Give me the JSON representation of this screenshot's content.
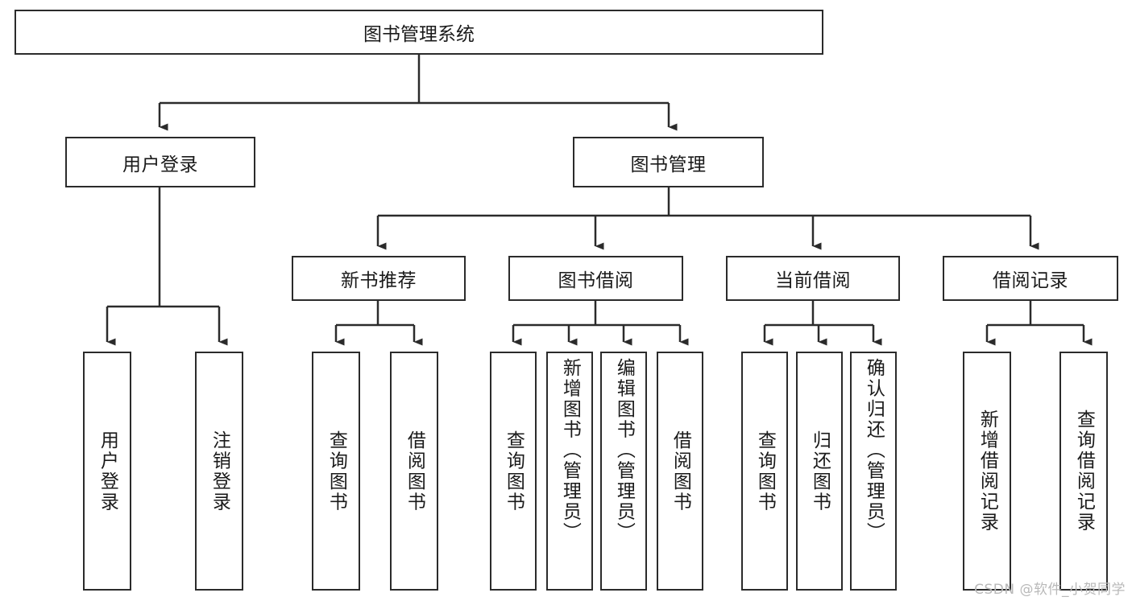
{
  "diagram": {
    "type": "tree-hierarchy",
    "title": "图书管理系统",
    "watermark": "CSDN @软件_小贺同学",
    "colors": {
      "stroke": "#2b2b2b",
      "fill": "#ffffff",
      "text": "#1a1a1a",
      "watermark": "#b9b9b9"
    },
    "levels": {
      "root": {
        "label": "图书管理系统"
      },
      "level2": [
        {
          "id": "user-login",
          "label": "用户登录"
        },
        {
          "id": "book-manage",
          "label": "图书管理"
        }
      ],
      "level3": [
        {
          "id": "new-book-recommend",
          "label": "新书推荐",
          "parent": "book-manage"
        },
        {
          "id": "book-borrow",
          "label": "图书借阅",
          "parent": "book-manage"
        },
        {
          "id": "current-borrow",
          "label": "当前借阅",
          "parent": "book-manage"
        },
        {
          "id": "borrow-record",
          "label": "借阅记录",
          "parent": "book-manage"
        }
      ],
      "leaves": [
        {
          "id": "leaf-user-login",
          "label": "用户登录",
          "parent": "user-login"
        },
        {
          "id": "leaf-logout",
          "label": "注销登录",
          "parent": "user-login"
        },
        {
          "id": "leaf-query-book-1",
          "label": "查询图书",
          "parent": "new-book-recommend"
        },
        {
          "id": "leaf-borrow-book-1",
          "label": "借阅图书",
          "parent": "new-book-recommend"
        },
        {
          "id": "leaf-query-book-2",
          "label": "查询图书",
          "parent": "book-borrow"
        },
        {
          "id": "leaf-add-book",
          "label": "新增图书（管理员）",
          "parent": "book-borrow"
        },
        {
          "id": "leaf-edit-book",
          "label": "编辑图书（管理员）",
          "parent": "book-borrow"
        },
        {
          "id": "leaf-borrow-book-2",
          "label": "借阅图书",
          "parent": "book-borrow"
        },
        {
          "id": "leaf-query-book-3",
          "label": "查询图书",
          "parent": "current-borrow"
        },
        {
          "id": "leaf-return-book",
          "label": "归还图书",
          "parent": "current-borrow"
        },
        {
          "id": "leaf-confirm-return",
          "label": "确认归还（管理员）",
          "parent": "current-borrow"
        },
        {
          "id": "leaf-add-record",
          "label": "新增借阅记录",
          "parent": "borrow-record"
        },
        {
          "id": "leaf-query-record",
          "label": "查询借阅记录",
          "parent": "borrow-record"
        }
      ]
    }
  }
}
